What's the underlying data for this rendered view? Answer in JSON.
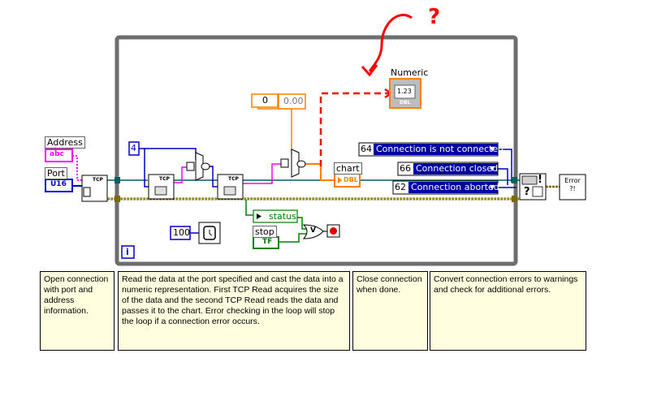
{
  "controls": {
    "address_label": "Address",
    "address_type": "abc",
    "port_label": "Port",
    "port_type": "U16"
  },
  "indicators": {
    "numeric_label": "Numeric",
    "numeric_value": "1.23",
    "numeric_type": "DBL",
    "chart_label": "chart",
    "chart_type": "DBL",
    "status_label": "status",
    "stop_label": "stop",
    "stop_type": "TF"
  },
  "constants": {
    "size_bytes": "4",
    "cast_int": "0",
    "cast_dbl": "0.00",
    "wait_ms": "100"
  },
  "error_rings": [
    {
      "code": "64",
      "text": "Connection is not connected"
    },
    {
      "code": "66",
      "text": "Connection closed"
    },
    {
      "code": "62",
      "text": "Connection aborted"
    }
  ],
  "nodes": {
    "tcp_label": "TCP",
    "error_handler_text": "Error ?!",
    "loop_iteration": "i",
    "or_gate": "V"
  },
  "annotation": {
    "question_mark": "?"
  },
  "comments": [
    "Open connection with port and address information.",
    "Read the data at the port specified and cast the data into a numeric representation.  First TCP Read acquires the size of the data and the second TCP Read reads the data and passes it to the chart.  Error checking in the loop will stop the loop if a connection error occurs.",
    "Close connection when done.",
    "Convert connection errors to warnings and check for additional errors."
  ],
  "colors": {
    "loop_border": "#6e6e6e",
    "string_wire": "#ff00ff",
    "int_wire": "#0000c8",
    "dbl_wire": "#ff8000",
    "refnum_wire": "#006060",
    "error_wire": "#7a6a00",
    "bool_wire": "#008000",
    "annotation": "#ff0000",
    "comment_bg": "#ffffe0"
  }
}
